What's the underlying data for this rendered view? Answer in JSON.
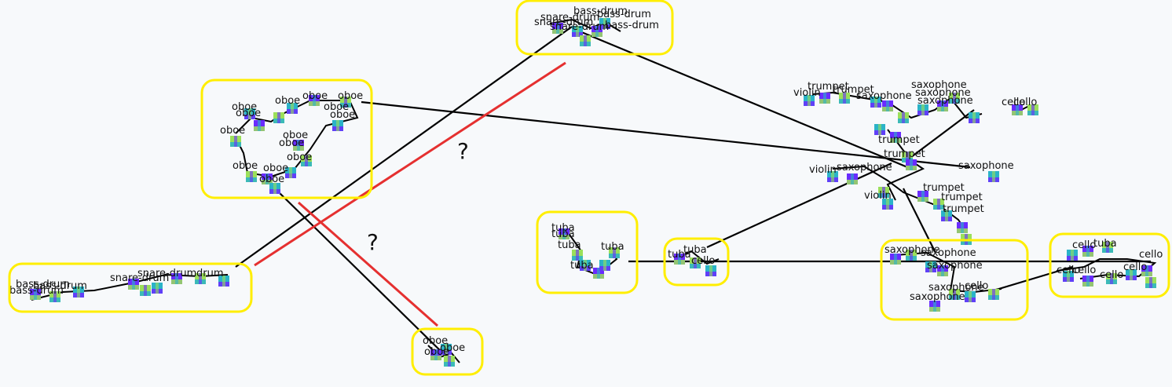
{
  "colors": {
    "background": "#f7f9fb",
    "cluster_outline": "#ffee00",
    "edge": "#000000",
    "missing_link": "#e53030",
    "thumb_a": "#2bb3c8",
    "thumb_b": "#6a2cff",
    "thumb_c": "#9be05a"
  },
  "question_marks": [
    "?",
    "?"
  ],
  "clusters": [
    {
      "id": "drums-top",
      "labels": [
        "bass-drum",
        "snare-drum",
        "bass-drum",
        "snare-drum",
        "snare-drum",
        "bass-drum"
      ]
    },
    {
      "id": "oboe-left",
      "labels": [
        "oboe",
        "oboe",
        "oboe",
        "oboe",
        "oboe",
        "oboe",
        "oboe",
        "oboe",
        "oboe",
        "oboe",
        "oboe",
        "oboe",
        "oboe",
        "oboe"
      ]
    },
    {
      "id": "drums-left",
      "labels": [
        "bass-drum",
        "bass-drum",
        "bass-drum",
        "snare-drum",
        "snare-drum",
        "drum"
      ]
    },
    {
      "id": "oboe-bottom",
      "labels": [
        "oboe",
        "oboe",
        "oboe"
      ]
    },
    {
      "id": "tuba",
      "labels": [
        "tuba",
        "tuba",
        "tuba",
        "tuba",
        "tuba"
      ]
    },
    {
      "id": "tuba-cello",
      "labels": [
        "tuba",
        "tuba",
        "cello"
      ]
    },
    {
      "id": "saxophone-bottom",
      "labels": [
        "saxophone",
        "saxophone",
        "saxophone",
        "saxophone",
        "saxophone",
        "cello"
      ]
    },
    {
      "id": "cello-right",
      "labels": [
        "cello",
        "tuba",
        "cello",
        "cello",
        "cello",
        "cello",
        "cello"
      ]
    },
    {
      "id": "mixed-right",
      "labels": [
        "trumpet",
        "trumpet",
        "violin",
        "saxophone",
        "saxophone",
        "saxophone",
        "saxophone",
        "cello",
        "cello",
        "trumpet",
        "trumpet",
        "saxophone",
        "violin",
        "violin",
        "trumpet",
        "trumpet",
        "trumpet",
        "saxophone"
      ]
    }
  ]
}
